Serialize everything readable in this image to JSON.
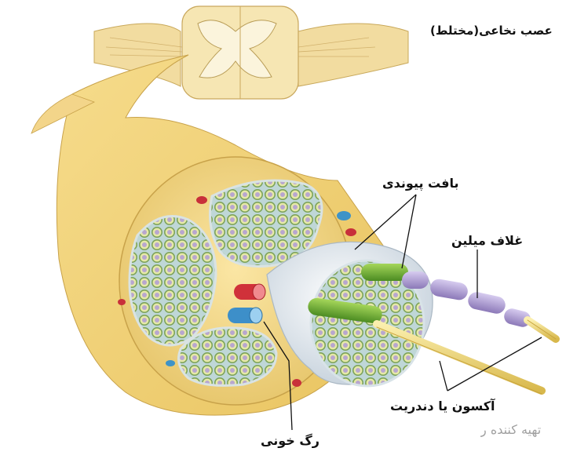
{
  "title": "عصب نخاعی(مختلط)",
  "labels": {
    "connective_tissue": "بافت پیوندی",
    "myelin_sheath": "غلاف میلین",
    "axon_dendrite": "آکسون یا دندریت",
    "blood_vessel": "رگ خونی"
  },
  "credit": "تهیه کننده ر",
  "colors": {
    "nerve_body": "#f3d98c",
    "fascicle": "#b9d5d7",
    "perineurium": "#e9eef2",
    "axon": "#e8d26a",
    "myelin": "#b9a8d6",
    "vessel_red": "#d0313a",
    "vessel_blue": "#3d8fc9",
    "node_green": "#7ab83c"
  }
}
